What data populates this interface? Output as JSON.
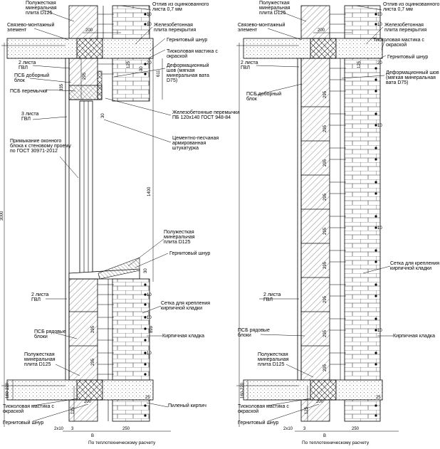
{
  "left": {
    "labels": {
      "insul_top_1": "Полужесткая",
      "insul_top_2": "минеральная",
      "insul_top_3": "плита D125",
      "tie_1": "Связево-монтажный",
      "tie_2": "элемент",
      "flash_1": "Отлив из оцинкованного",
      "flash_2": "листа 0,7 мм",
      "slab_1": "Железобетонная",
      "slab_2": "плита перекрытия",
      "cord_top": "Гернитовый шнур",
      "mastic_1": "Тиоколовая мастика с",
      "mastic_2": "окраской",
      "gvl2_1": "2 листа",
      "gvl2_2": "ГВЛ",
      "psb_add_1": "ПСБ доборный",
      "psb_add_2": "блок",
      "psb_lintel": "ПСБ перемычки",
      "gvl3_1": "3 листа",
      "gvl3_2": "ГВЛ",
      "def_1": "Деформационный",
      "def_2": "шов (мягкая",
      "def_3": "минеральная вата",
      "def_4": "D75)",
      "lintel_1": "Железобетонные перемычки",
      "lintel_2": "ПБ 120x140 ГОСТ 948-84",
      "plaster_1": "Цементно-песчаная",
      "plaster_2": "армированная",
      "plaster_3": "штукатурка",
      "window_1": "Примыкание оконного",
      "window_2": "блока к стеновому проему",
      "window_3": "по ГОСТ 30971-2012",
      "insul_mid_1": "Полужесткая",
      "insul_mid_2": "минеральная",
      "insul_mid_3": "плита D125",
      "cord_mid": "Гернитовый шнур",
      "gvl2b_1": "2 листа",
      "gvl2b_2": "ГВЛ",
      "mesh_1": "Сетка для крепления",
      "mesh_2": "кирпичной кладки",
      "psb_row_1": "ПСБ рядовые",
      "psb_row_2": "блоки",
      "brick": "Кирпичная кладка",
      "insul_bot_1": "Полужесткая",
      "insul_bot_2": "минеральная",
      "insul_bot_3": "плита D125",
      "mastic_b_1": "Тиоколовая мастика с",
      "mastic_b_2": "окраской",
      "cord_bot": "Гернитовый шнур",
      "sawn_brick": "Пиленый кирпич",
      "bottom_note": "По теплотехническому расчету"
    },
    "dims": {
      "d200": "200",
      "d125": "125",
      "d611": "611",
      "d30a": "30",
      "d335": "335",
      "d295a": "295",
      "d30b": "30",
      "d1400": "1400",
      "d3000": "3000",
      "d899": "899",
      "d295b": "295",
      "d295c": "295",
      "d160": "160-220",
      "d2x10": "2x10",
      "dB": "B",
      "d250": "250",
      "d3": "3",
      "d30c": "30",
      "d25": "25",
      "d10": "10",
      "d20": "20"
    }
  },
  "right": {
    "labels": {
      "insul_top_1": "Полужесткая",
      "insul_top_2": "минеральная",
      "insul_top_3": "плита D125",
      "tie_1": "Связево-монтажный",
      "tie_2": "элемент",
      "flash_1": "Отлив из оцинкованного",
      "flash_2": "листа 0,7 мм",
      "slab_1": "Железобетонная",
      "slab_2": "плита перекрытия",
      "mastic_1": "Тиоколовая мастика с",
      "mastic_2": "окраской",
      "cord_top": "Гернитовый шнур",
      "gvl2_1": "2 листа",
      "gvl2_2": "ГВЛ",
      "def_1": "Деформационный шов",
      "def_2": "(мягкая минеральная",
      "def_3": "вата D75)",
      "psb_add_1": "ПСБ доборный",
      "psb_add_2": "блок",
      "mesh_1": "Сетка для крепления",
      "mesh_2": "кирпичной кладки",
      "gvl2b_1": "2 листа",
      "gvl2b_2": "ГВЛ",
      "brick": "Кирпичная кладка",
      "psb_row_1": "ПСБ рядовые",
      "psb_row_2": "блоки",
      "insul_bot_1": "Полужесткая",
      "insul_bot_2": "минеральная",
      "insul_bot_3": "плита D125",
      "mastic_b_1": "Тиоколовая мастика с",
      "mastic_b_2": "окраской",
      "cord_bot": "Гернитовый шнур",
      "bottom_note": "По теплотехническому расчету"
    },
    "dims": {
      "d200": "200",
      "d125": "125",
      "d295": "295",
      "d160": "160-220",
      "d2x10": "2x10",
      "dB": "B",
      "d250": "250",
      "d3": "3",
      "d10": "10",
      "d20": "20",
      "d25": "25"
    }
  }
}
